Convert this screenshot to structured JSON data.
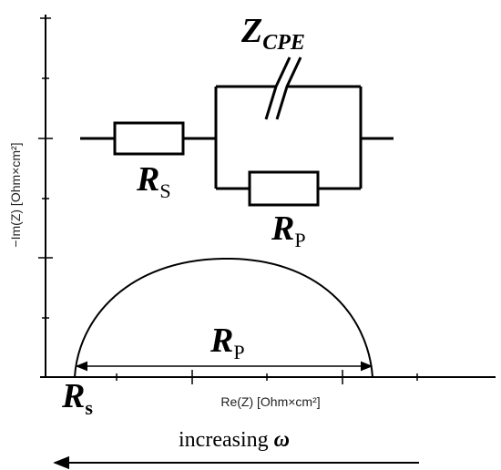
{
  "axes": {
    "x_label": "Re(Z) [Ohm×cm²]",
    "y_label": "−Im(Z) [Ohm×cm²]"
  },
  "circuit": {
    "cpe_label": "Z",
    "cpe_sub": "CPE",
    "rs_label": "R",
    "rs_sub": "S",
    "rp_label": "R",
    "rp_sub": "P"
  },
  "plot": {
    "rp_label": "R",
    "rp_sub": "P",
    "rs_label": "R",
    "rs_sub": "s"
  },
  "frequency": {
    "text": "increasing ",
    "symbol": "ω"
  }
}
